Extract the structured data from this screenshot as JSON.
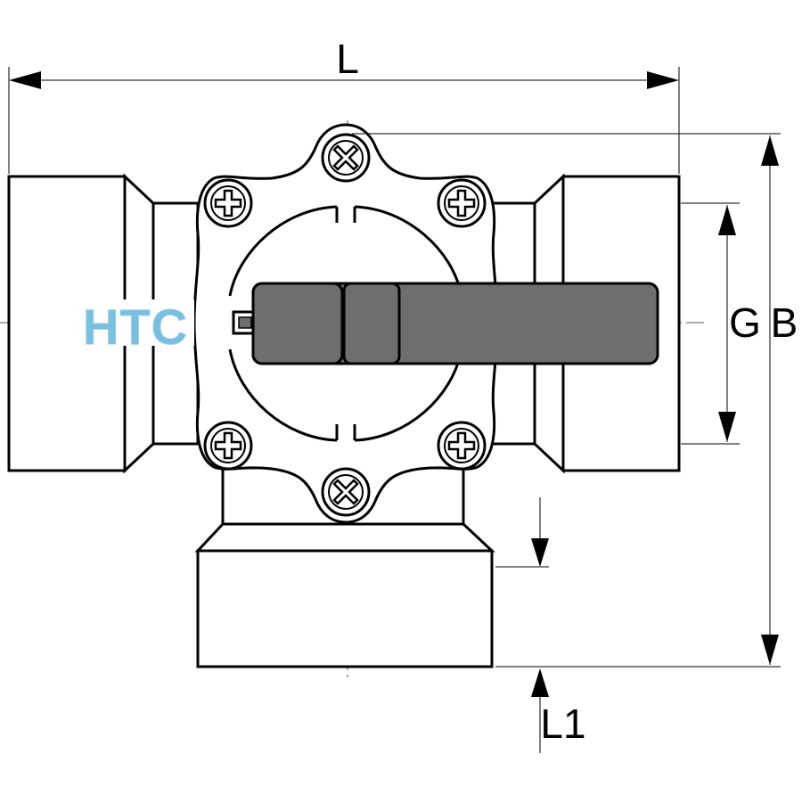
{
  "dimensions": {
    "L": "L",
    "G": "G",
    "B": "B",
    "L1": "L1"
  },
  "logo": {
    "text": "HTC",
    "color": "#7bbfe0"
  },
  "colors": {
    "outline": "#000000",
    "handle_fill": "#6e6e6e",
    "background": "#ffffff"
  },
  "icons": [
    "screw-icon",
    "arrowhead-icon"
  ]
}
